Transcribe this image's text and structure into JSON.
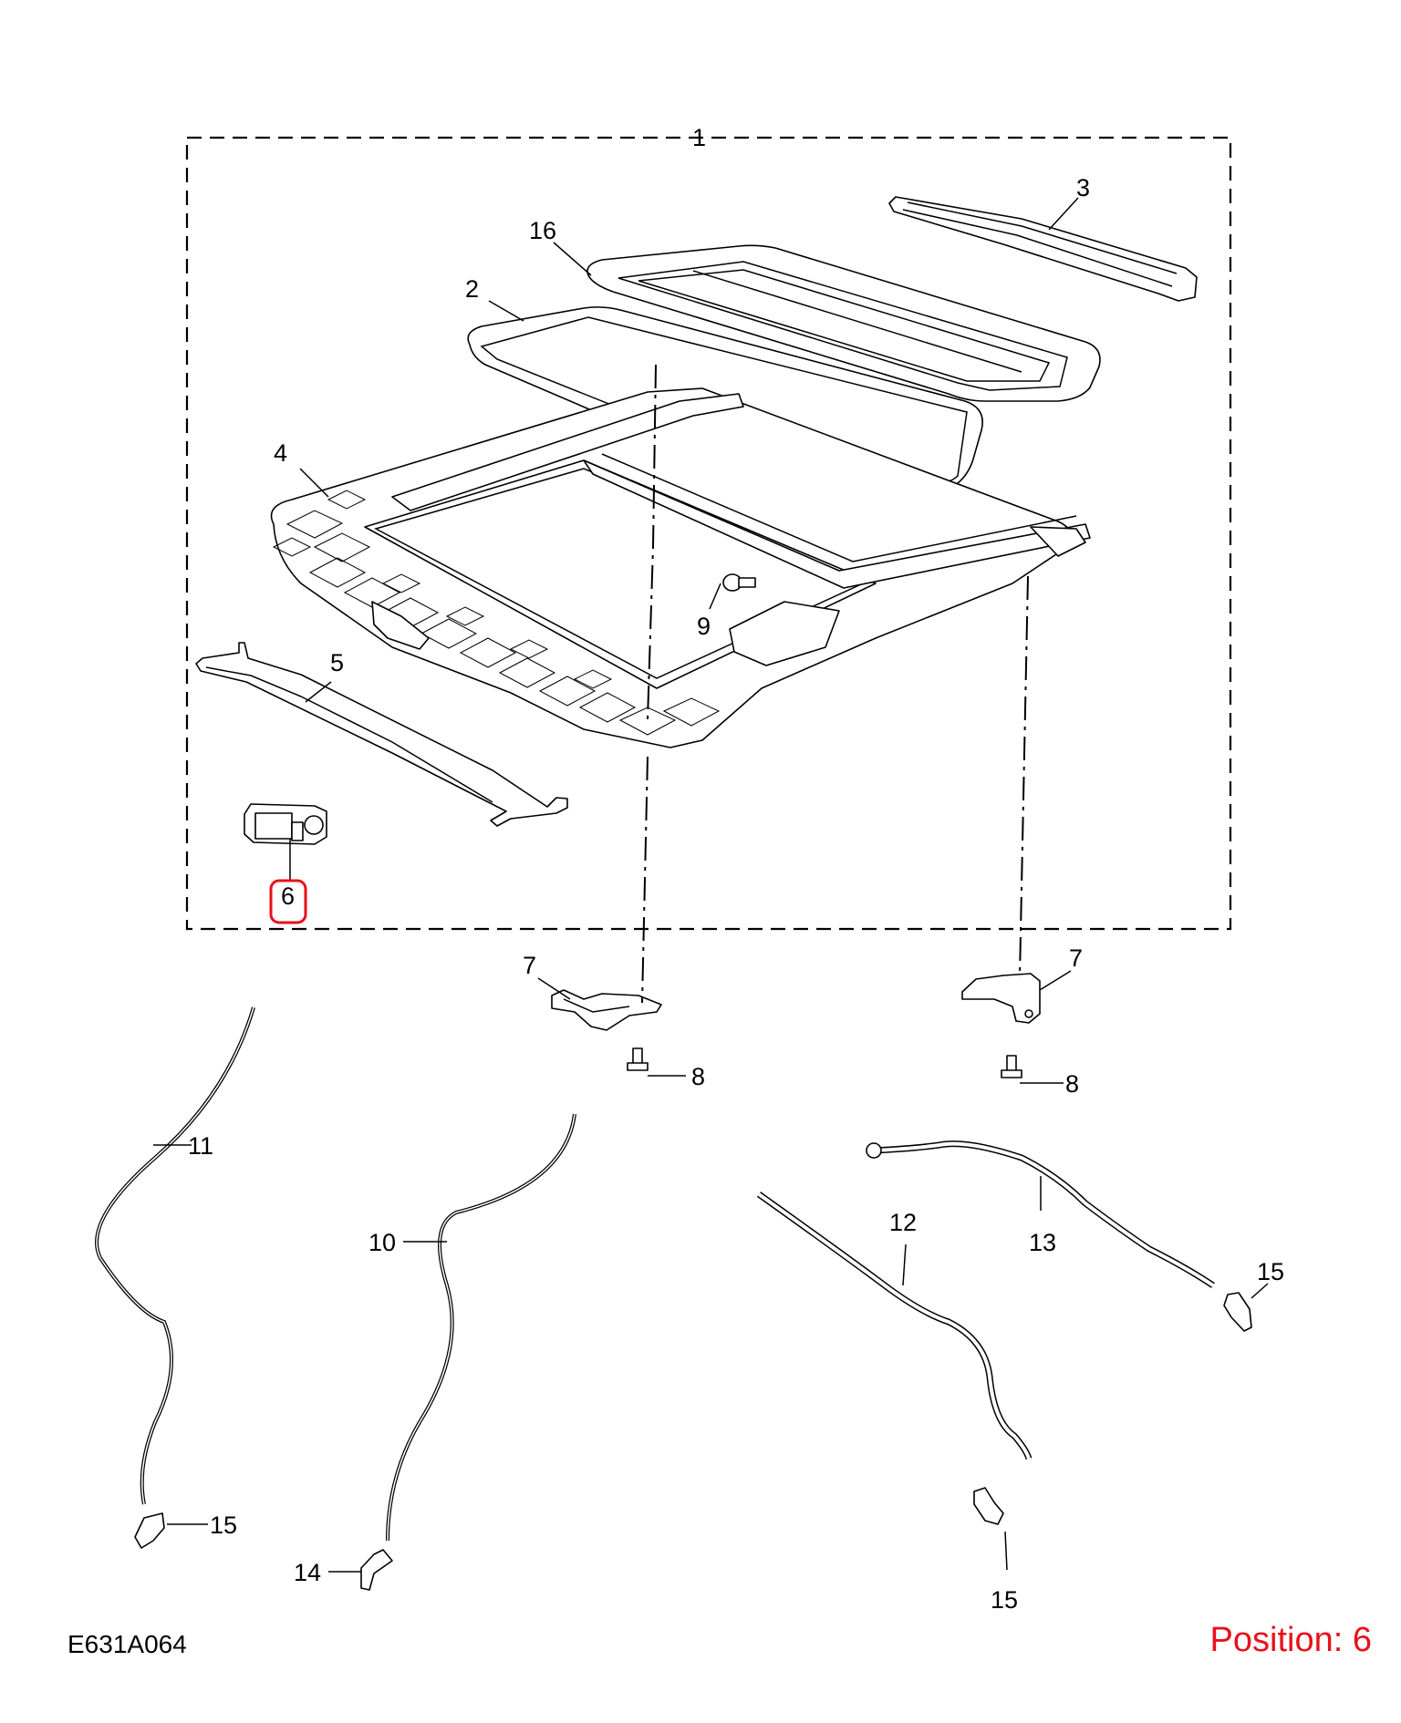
{
  "diagram": {
    "reference_code": "E631A064",
    "position_label": "Position: 6",
    "highlight_color": "#e8101a",
    "line_color": "#000000",
    "callouts": {
      "c1": "1",
      "c2": "2",
      "c3": "3",
      "c4": "4",
      "c5": "5",
      "c6": "6",
      "c7a": "7",
      "c7b": "7",
      "c8a": "8",
      "c8b": "8",
      "c9": "9",
      "c10": "10",
      "c11": "11",
      "c12": "12",
      "c13": "13",
      "c14": "14",
      "c15a": "15",
      "c15b": "15",
      "c15c": "15",
      "c16": "16"
    }
  }
}
